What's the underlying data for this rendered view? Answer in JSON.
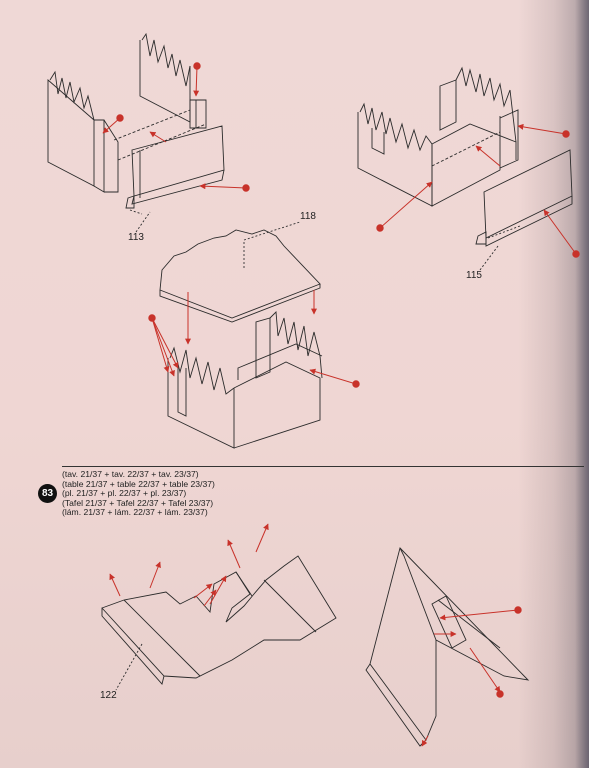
{
  "labels": {
    "part_113": "113",
    "part_118": "118",
    "part_115": "115",
    "part_122": "122"
  },
  "step": {
    "number": "83",
    "plate_refs": [
      "(tav. 21/37 + tav. 22/37 + tav. 23/37)",
      "(table 21/37 + table 22/37 + table 23/37)",
      "(pl. 21/37 + pl. 22/37 + pl. 23/37)",
      "(Tafel 21/37 + Tafel 22/37 + Tafel 23/37)",
      "(lám. 21/37 + lám. 22/37 + lám. 23/37)"
    ]
  },
  "colors": {
    "ink": "#2b2b2b",
    "glue_marker": "#c8322a",
    "paper": "#efd8d6"
  }
}
